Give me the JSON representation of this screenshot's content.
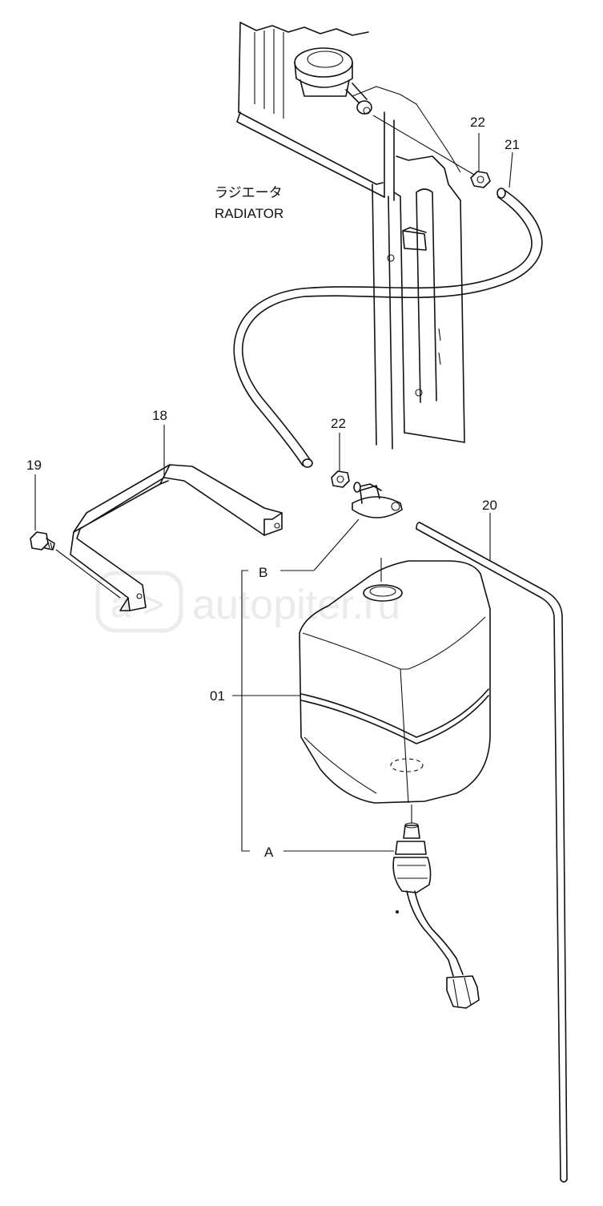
{
  "diagram": {
    "radiator_label_jp": "ラジエータ",
    "radiator_label_en": "RADIATOR",
    "watermark": "autopiter.ru",
    "parts": [
      {
        "id": "22a",
        "label": "22"
      },
      {
        "id": "21",
        "label": "21"
      },
      {
        "id": "22b",
        "label": "22"
      },
      {
        "id": "18",
        "label": "18"
      },
      {
        "id": "19",
        "label": "19"
      },
      {
        "id": "20",
        "label": "20"
      },
      {
        "id": "B",
        "label": "B"
      },
      {
        "id": "01",
        "label": "01"
      },
      {
        "id": "A",
        "label": "A"
      }
    ]
  }
}
